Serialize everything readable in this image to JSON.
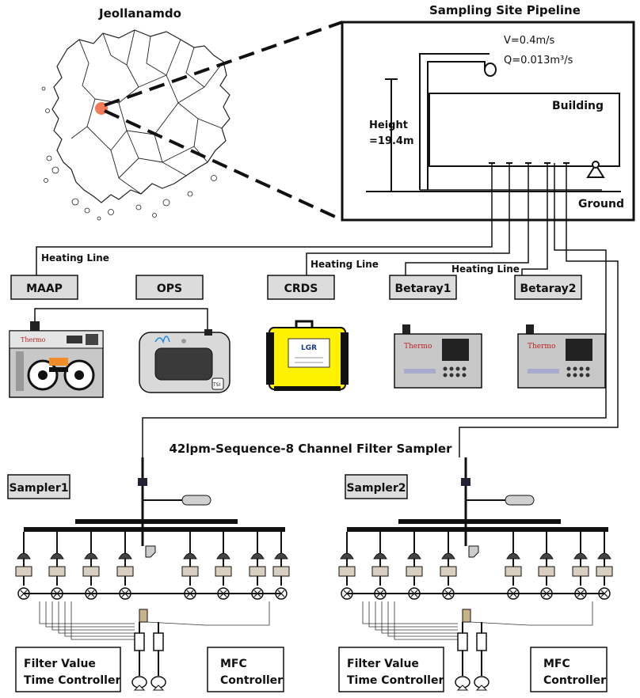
{
  "region": {
    "title": "Jeollanamdo"
  },
  "site": {
    "title": "Sampling Site Pipeline",
    "velocity": "V=0.4m/s",
    "flow": "Q=0.013m³/s",
    "building": "Building",
    "height_line1": "Height",
    "height_line2": "=19.4m",
    "ground": "Ground"
  },
  "heating_lines": [
    "Heating Line",
    "Heating Line",
    "Heating Line"
  ],
  "instruments": [
    "MAAP",
    "OPS",
    "CRDS",
    "Betaray1",
    "Betaray2"
  ],
  "device_text": {
    "thermo": "Thermo",
    "lgr": "LGR",
    "tsi": "TSI"
  },
  "sampler_system": {
    "title": "42lpm-Sequence-8 Channel Filter Sampler",
    "samplers": [
      "Sampler1",
      "Sampler2"
    ],
    "filter_controller_line1": "Filter Value",
    "filter_controller_line2": "Time Controller",
    "mfc_line1": "MFC",
    "mfc_line2": "Controller"
  },
  "colors": {
    "site_marker": "#f47a5a",
    "box_fill": "#dcdcdc",
    "crds_yellow": "#fff200",
    "instrument_gray": "#bdbdbd"
  }
}
